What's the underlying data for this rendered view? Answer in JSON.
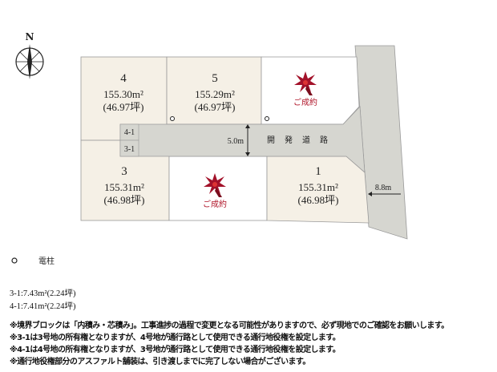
{
  "compass": {
    "label": "N"
  },
  "lots": [
    {
      "id": "4",
      "area_m2": "155.30m²",
      "area_tsubo": "(46.97坪)"
    },
    {
      "id": "5",
      "area_m2": "155.29m²",
      "area_tsubo": "(46.97坪)"
    },
    {
      "id": "3",
      "area_m2": "155.31m²",
      "area_tsubo": "(46.98坪)"
    },
    {
      "id": "1",
      "area_m2": "155.31m²",
      "area_tsubo": "(46.98坪)"
    }
  ],
  "sold_label": "ご成約",
  "strips": [
    "4-1",
    "3-1"
  ],
  "road": {
    "label": "開発道路",
    "width": "5.0m",
    "main_road_width": "8.8m"
  },
  "colors": {
    "lot": "#f5f0e6",
    "road": "#d6d6d0",
    "sold": "#b0162a",
    "border": "#999999"
  },
  "legend": {
    "utility_pole": "電柱"
  },
  "areas": [
    "3-1:7.43m²(2.24坪)",
    "4-1:7.41m²(2.24坪)"
  ],
  "notes": [
    "※境界ブロックは「内積み・芯積み」。工事進捗の過程で変更となる可能性がありますので、必ず現地でのご確認をお願いします。",
    "※3-1は3号地の所有権となりますが、4号地が通行路として使用できる通行地役権を設定します。",
    "※4-1は4号地の所有権となりますが、3号地が通行路として使用できる通行地役権を設定します。",
    "※通行地役権部分のアスファルト舗装は、引き渡しまでに完了しない場合がございます。"
  ]
}
